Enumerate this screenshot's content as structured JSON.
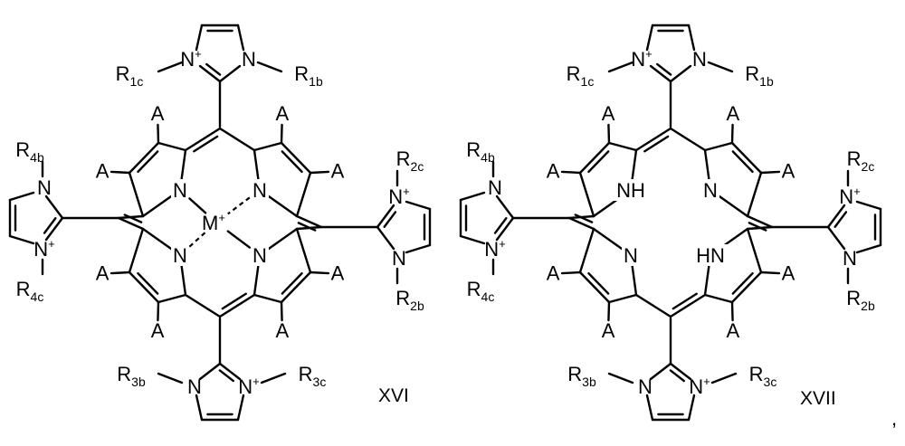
{
  "structures": [
    {
      "id": "XVI",
      "label": "XVI",
      "metal": {
        "symbol": "M",
        "charge": "+"
      },
      "nitrogen": "N",
      "peripheral_substituent": "A",
      "imidazolium": {
        "n": "N",
        "charge": "+",
        "top": {
          "r_left": "R",
          "r_left_sub": "1c",
          "r_right": "R",
          "r_right_sub": "1b"
        },
        "right": {
          "r_top": "R",
          "r_top_sub": "2c",
          "r_bottom": "R",
          "r_bottom_sub": "2b"
        },
        "bottom": {
          "r_left": "R",
          "r_left_sub": "3b",
          "r_right": "R",
          "r_right_sub": "3c"
        },
        "left": {
          "r_top": "R",
          "r_top_sub": "4b",
          "r_bottom": "R",
          "r_bottom_sub": "4c"
        }
      }
    },
    {
      "id": "XVII",
      "label": "XVII",
      "nitrogen": "N",
      "nh_label": "NH",
      "hn_label": "HN",
      "peripheral_substituent": "A",
      "imidazolium": {
        "n": "N",
        "charge": "+",
        "top": {
          "r_left": "R",
          "r_left_sub": "1c",
          "r_right": "R",
          "r_right_sub": "1b"
        },
        "right": {
          "r_top": "R",
          "r_top_sub": "2c",
          "r_bottom": "R",
          "r_bottom_sub": "2b"
        },
        "bottom": {
          "r_left": "R",
          "r_left_sub": "3b",
          "r_right": "R",
          "r_right_sub": "3c"
        },
        "left": {
          "r_top": "R",
          "r_top_sub": "4b",
          "r_bottom": "R",
          "r_bottom_sub": "4c"
        }
      }
    }
  ],
  "trailing_punctuation": ","
}
